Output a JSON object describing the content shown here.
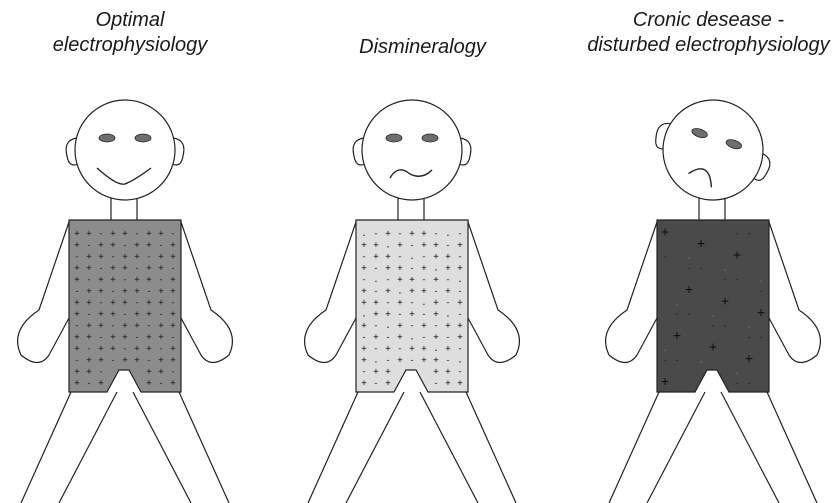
{
  "figures": [
    {
      "caption_lines": [
        "Optimal",
        "electrophysiology"
      ],
      "face": "smile",
      "body_fill": "#8c8c8c",
      "pattern": "dense"
    },
    {
      "caption_lines": [
        "Dismineralogy"
      ],
      "face": "wavy",
      "body_fill": "#dedede",
      "pattern": "mixed"
    },
    {
      "caption_lines": [
        "Cronic desease -",
        "disturbed electrophysiology"
      ],
      "face": "frown",
      "body_fill": "#4a4a4a",
      "pattern": "sparse"
    }
  ],
  "colors": {
    "outline": "#222222",
    "eye": "#6e6e6e",
    "background": "#ffffff"
  }
}
